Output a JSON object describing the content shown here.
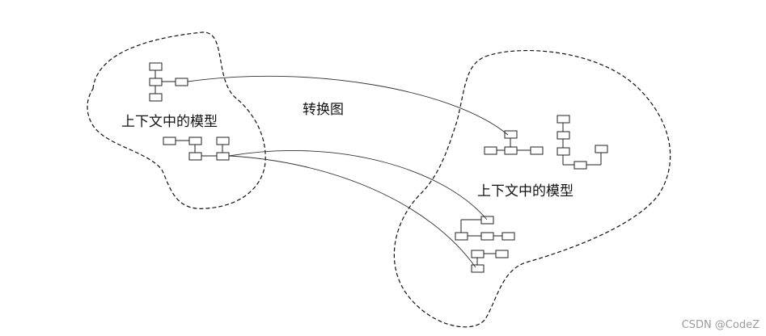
{
  "diagram": {
    "left_region_label": "上下文中的模型",
    "right_region_label": "上下文中的模型",
    "transform_label": "转换图"
  },
  "watermark": "CSDN @CodeZ"
}
